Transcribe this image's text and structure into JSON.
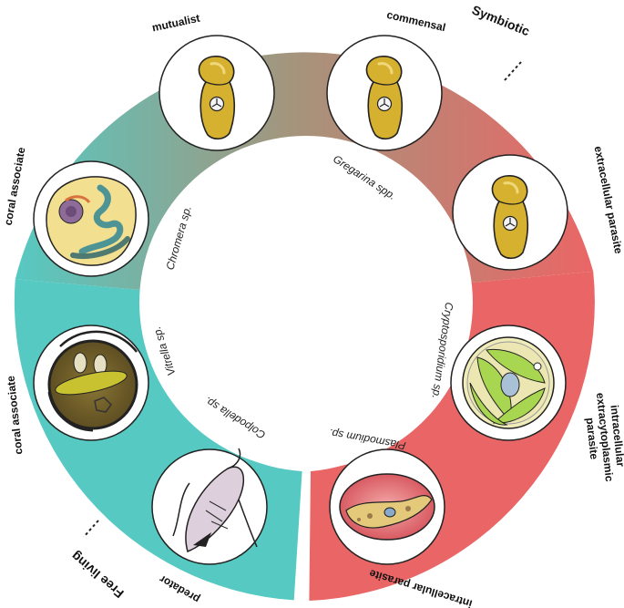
{
  "colors": {
    "teal": "#56c9c2",
    "red": "#ea6666",
    "taupe": "#a5947c",
    "cell_gold": "#d6b02f",
    "outline": "#222222"
  },
  "labels": {
    "mutualist": "mutualist",
    "commensal": "commensal",
    "symbiotic": "Symbiotic",
    "extracellular_parasite": "extracellular parasite",
    "intracellular_extracytoplasmic_l1": "intracellular",
    "intracellular_extracytoplasmic_l2": "extracytoplasmic",
    "intracellular_extracytoplasmic_l3": "parasite",
    "intracellular_parasite": "intracellular parasite",
    "predator": "predator",
    "free_living": "Free living",
    "coral_associate_lower": "coral associate",
    "coral_associate_upper": "coral associate"
  },
  "species": {
    "gregarina": "Gregarina spp.",
    "chromera": "Chromera sp.",
    "cryptosporidium": "Cryptosporidium sp.",
    "vitrella": "Vitrella sp.",
    "colpodella": "Colpodella sp.",
    "plasmodium": "Plasmodium sp."
  },
  "icons": [
    "gregarine-mutualist-icon",
    "gregarine-commensal-icon",
    "gregarine-parasite-icon",
    "chromera-cell-icon",
    "vitrella-cyst-icon",
    "colpodella-predator-icon",
    "cryptosporidium-oocyst-icon",
    "plasmodium-infected-rbc-icon"
  ]
}
